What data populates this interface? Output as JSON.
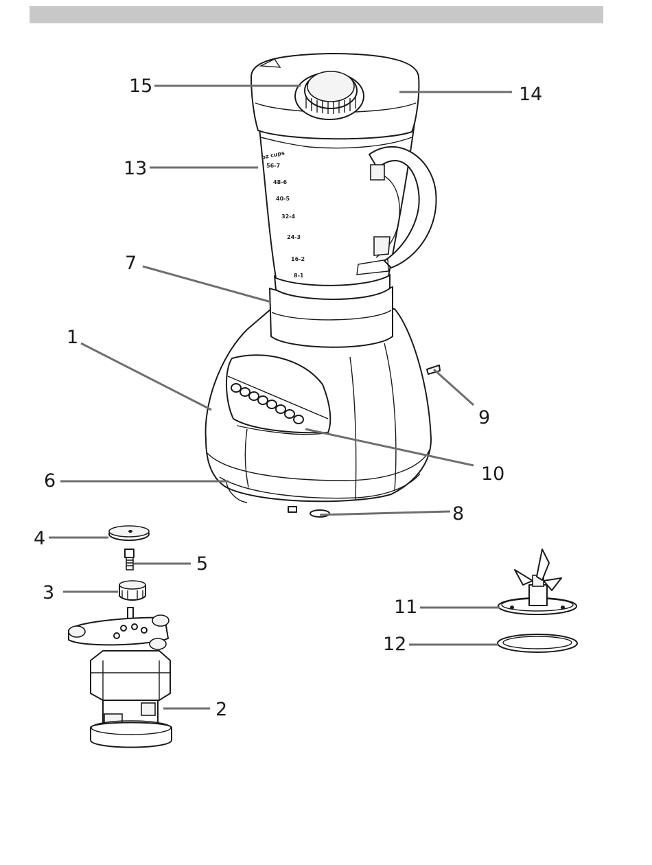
{
  "callouts": [
    {
      "id": "1",
      "label": "1"
    },
    {
      "id": "2",
      "label": "2"
    },
    {
      "id": "3",
      "label": "3"
    },
    {
      "id": "4",
      "label": "4"
    },
    {
      "id": "5",
      "label": "5"
    },
    {
      "id": "6",
      "label": "6"
    },
    {
      "id": "7",
      "label": "7"
    },
    {
      "id": "8",
      "label": "8"
    },
    {
      "id": "9",
      "label": "9"
    },
    {
      "id": "10",
      "label": "10"
    },
    {
      "id": "11",
      "label": "11"
    },
    {
      "id": "12",
      "label": "12"
    },
    {
      "id": "13",
      "label": "13"
    },
    {
      "id": "14",
      "label": "14"
    },
    {
      "id": "15",
      "label": "15"
    }
  ],
  "jar_scale": [
    "oz cups",
    "56-7",
    "48-6",
    "40-5",
    "32-4",
    "24-3",
    "16-2",
    "8-1"
  ]
}
